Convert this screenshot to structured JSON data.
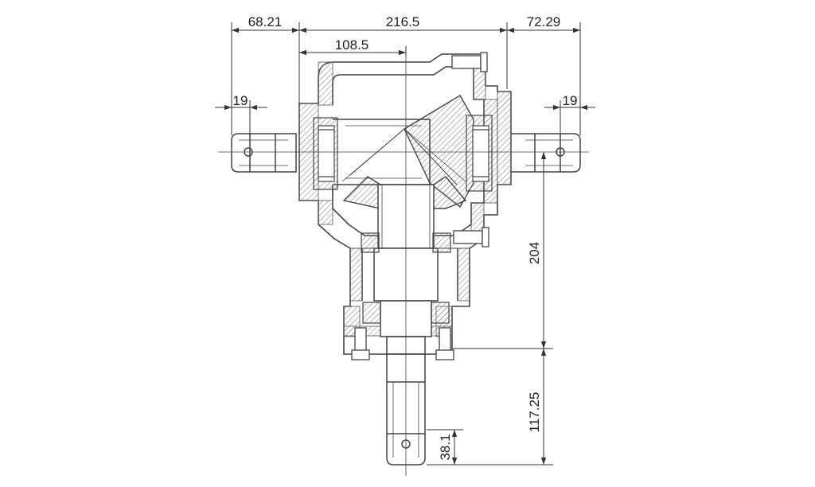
{
  "dimensions": {
    "left_overhang": "68.21",
    "housing_width": "216.5",
    "right_overhang": "72.29",
    "half_width": "108.5",
    "left_shaft_end": "19",
    "right_shaft_end": "19",
    "vertical_height": "204",
    "bottom_shaft_length": "117.25",
    "bottom_shaft_end": "38.1"
  },
  "colors": {
    "line": "#444444",
    "hatch": "#8a8a8a",
    "text": "#222222"
  }
}
